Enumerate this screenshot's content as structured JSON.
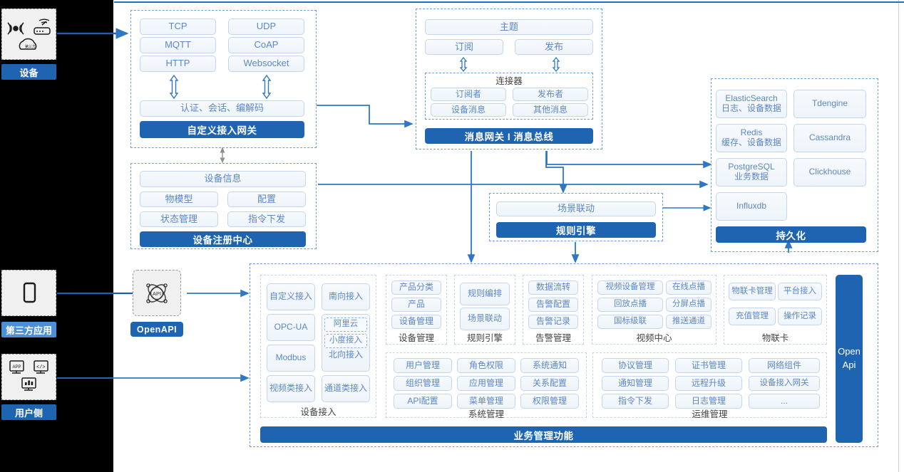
{
  "left_panel": {
    "groups": [
      {
        "label": "设备",
        "icons": [
          "wifi-signal-icon",
          "router-icon",
          "cloud-icon"
        ]
      },
      {
        "label": "第三方应用",
        "icons": [
          "mobile-phone-icon"
        ]
      },
      {
        "label": "用户侧",
        "icons": [
          "app-monitor-icon",
          "code-monitor-icon",
          "chart-monitor-icon"
        ]
      }
    ]
  },
  "openapi": {
    "icon": "api-atom-icon",
    "label": "OpenAPI"
  },
  "gateway": {
    "protocols": [
      "TCP",
      "UDP",
      "MQTT",
      "CoAP",
      "HTTP",
      "Websocket"
    ],
    "middle": "认证、会话、编解码",
    "title": "自定义接入网关"
  },
  "message_bus": {
    "topic": "主题",
    "sub": "订阅",
    "pub": "发布",
    "connector_title": "连接器",
    "connector_items": [
      "订阅者",
      "发布者",
      "设备消息",
      "其他消息"
    ],
    "title": "消息网关 I 消息总线"
  },
  "registry": {
    "header": "设备信息",
    "items": [
      "物模型",
      "配置",
      "状态管理",
      "指令下发"
    ],
    "title": "设备注册中心"
  },
  "rule_engine": {
    "header": "场景联动",
    "title": "规则引擎"
  },
  "persistence": {
    "items": [
      {
        "name": "ElasticSearch",
        "sub": "日志、设备数据"
      },
      {
        "name": "Tdengine",
        "sub": ""
      },
      {
        "name": "Redis",
        "sub": "缓存、设备数据"
      },
      {
        "name": "Cassandra",
        "sub": ""
      },
      {
        "name": "PostgreSQL",
        "sub": "业务数据"
      },
      {
        "name": "Clickhouse",
        "sub": ""
      },
      {
        "name": "Influxdb",
        "sub": ""
      }
    ],
    "title": "持久化"
  },
  "business": {
    "title": "业务管理功能",
    "side_bar": "Open\nApi",
    "side_bar_line1": "Open",
    "side_bar_line2": "Api",
    "device_access": {
      "label": "设备接入",
      "items": [
        "自定义接入",
        "南向接入",
        "OPC-UA",
        "Modbus",
        "视频类接入",
        "通道类接入"
      ],
      "nested": {
        "dashed": [
          "阿里云",
          "小度接入"
        ],
        "solid": "北向接入"
      }
    },
    "device_manage": {
      "label": "设备管理",
      "items": [
        "产品分类",
        "产品",
        "设备管理"
      ]
    },
    "rule_engine": {
      "label": "规则引擎",
      "items": [
        "规则编排",
        "场景联动"
      ]
    },
    "alarm_manage": {
      "label": "告警管理",
      "items": [
        "数据流转",
        "告警配置",
        "告警记录"
      ]
    },
    "video_center": {
      "label": "视频中心",
      "items": [
        "视频设备管理",
        "在线点播",
        "回放点播",
        "分屏点播",
        "国标级联",
        "推送通道"
      ]
    },
    "iot_card": {
      "label": "物联卡",
      "items": [
        "物联卡管理",
        "平台接入",
        "充值管理",
        "操作记录"
      ]
    },
    "system_manage": {
      "label": "系统管理",
      "items": [
        "用户管理",
        "角色权限",
        "系统通知",
        "组织管理",
        "应用管理",
        "关系配置",
        "API配置",
        "菜单管理",
        "权限管理"
      ]
    },
    "ops_manage": {
      "label": "运维管理",
      "items": [
        "协议管理",
        "证书管理",
        "网络组件",
        "通知管理",
        "远程升级",
        "设备接入网关",
        "指令下发",
        "日志管理",
        "..."
      ]
    }
  },
  "colors": {
    "accent": "#1f64b0",
    "chip_text": "#5b87c4",
    "chip_border": "#c3d6ee",
    "dash_border": "#6f9fd8",
    "line": "#2f76c4",
    "dark_pane": "#000000"
  }
}
